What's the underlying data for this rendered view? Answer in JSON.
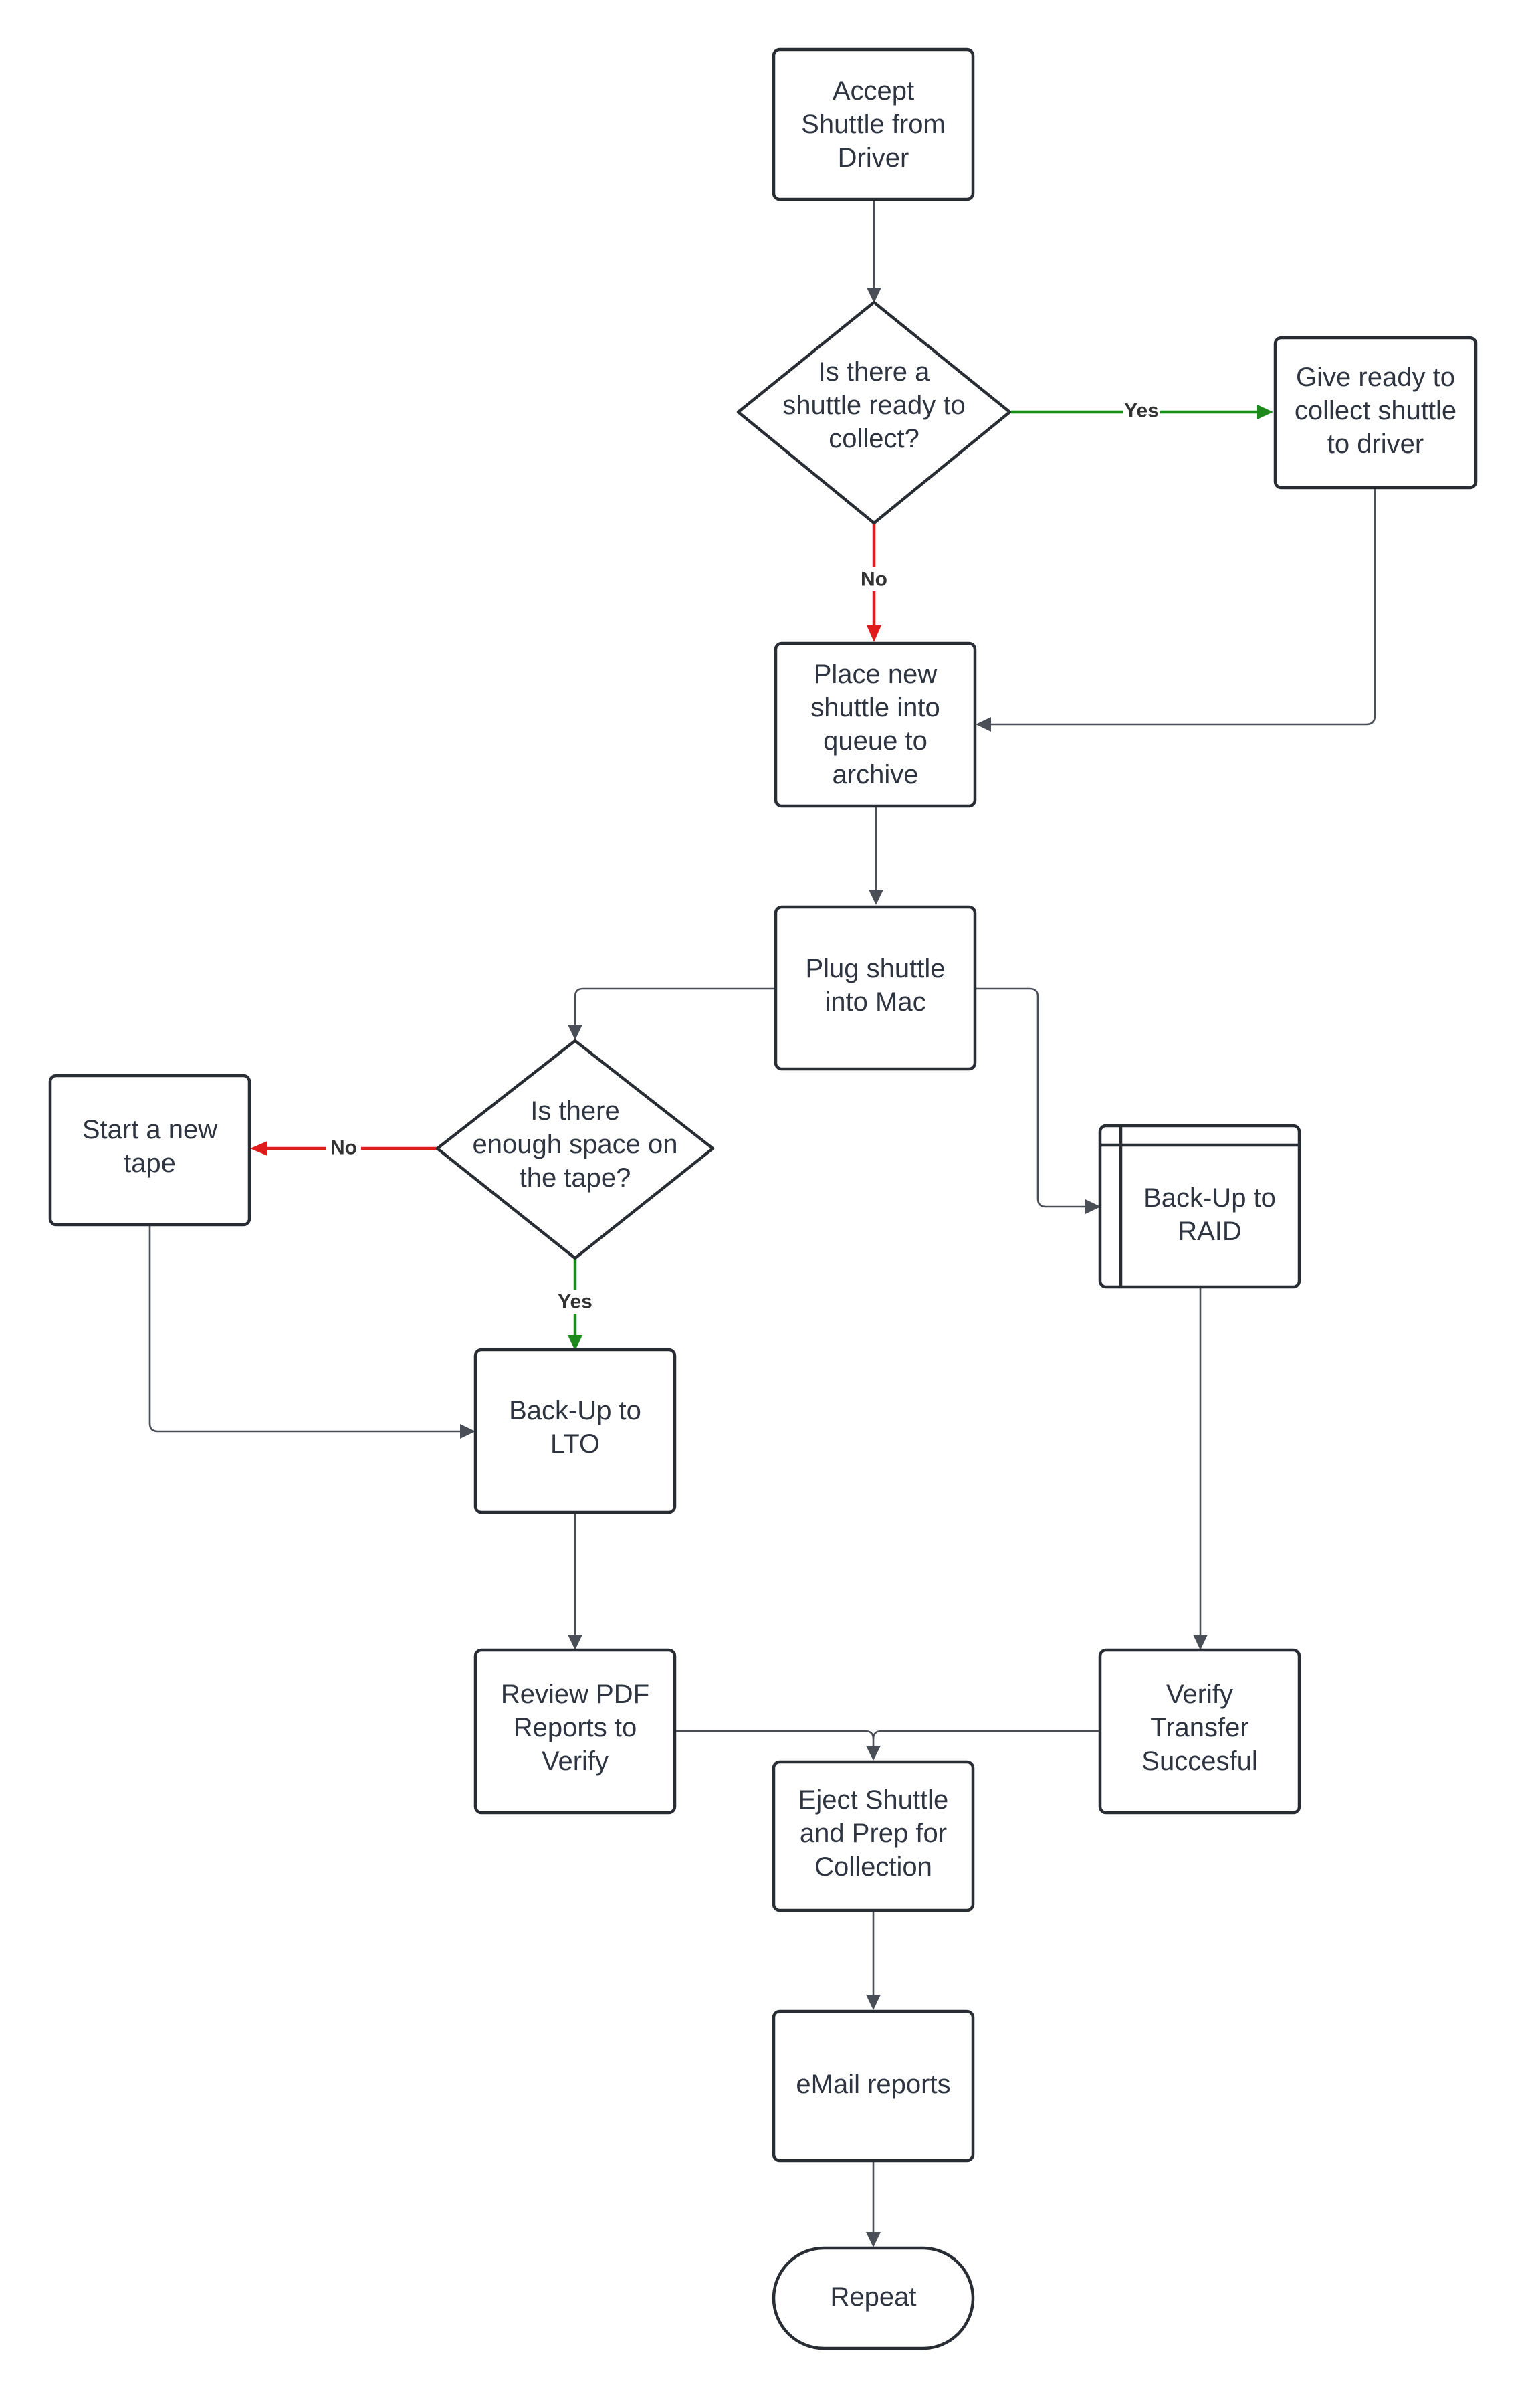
{
  "colors": {
    "default_edge": "#4a4f57",
    "yes_edge": "#1e8a1e",
    "no_edge": "#e01b1b",
    "node_stroke": "#282c33",
    "text": "#2e3440"
  },
  "nodes": {
    "accept": {
      "lines": [
        "Accept",
        "Shuttle from",
        "Driver"
      ]
    },
    "decision_collect": {
      "lines": [
        "Is there a",
        "shuttle ready to",
        "collect?"
      ]
    },
    "give_ready": {
      "lines": [
        "Give ready to",
        "collect shuttle",
        "to driver"
      ]
    },
    "place_new": {
      "lines": [
        "Place new",
        "shuttle into",
        "queue to",
        "archive"
      ]
    },
    "plug": {
      "lines": [
        "Plug shuttle",
        "into Mac"
      ]
    },
    "decision_space": {
      "lines": [
        "Is there",
        "enough space on",
        "the tape?"
      ]
    },
    "start_tape": {
      "lines": [
        "Start a new",
        "tape"
      ]
    },
    "backup_raid": {
      "lines": [
        "Back-Up to",
        "RAID"
      ]
    },
    "backup_lto": {
      "lines": [
        "Back-Up to",
        "LTO"
      ]
    },
    "review_pdf": {
      "lines": [
        "Review PDF",
        "Reports to",
        "Verify"
      ]
    },
    "verify_transfer": {
      "lines": [
        "Verify",
        "Transfer",
        "Succesful"
      ]
    },
    "eject": {
      "lines": [
        "Eject Shuttle",
        "and Prep for",
        "Collection"
      ]
    },
    "email": {
      "lines": [
        "eMail reports"
      ]
    },
    "repeat": {
      "lines": [
        "Repeat"
      ]
    }
  },
  "edges": {
    "collect_yes_label": "Yes",
    "collect_no_label": "No",
    "space_no_label": "No",
    "space_yes_label": "Yes"
  }
}
